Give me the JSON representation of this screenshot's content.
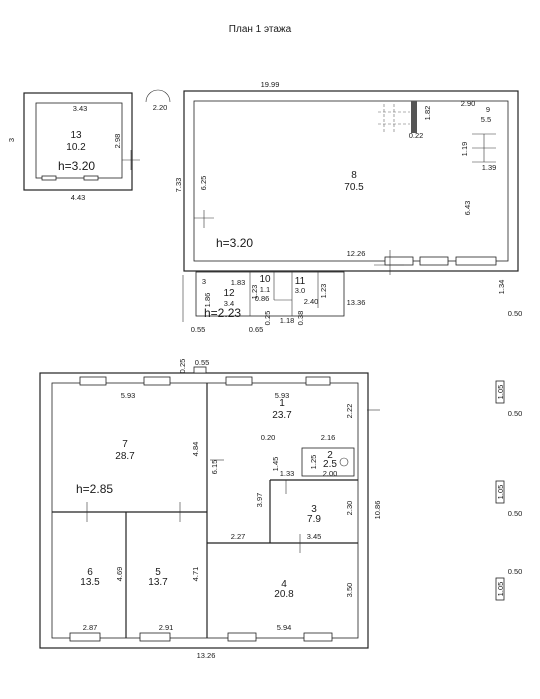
{
  "title": "План 1 этажа",
  "top": {
    "annex": {
      "num": "13",
      "area": "10.2",
      "height": "h=3.20",
      "w_top": "3.43",
      "w_bottom": "4.43",
      "h_side": "2.98",
      "left_mark": "3"
    },
    "gap": "2.20",
    "main": {
      "width_top": "19.99",
      "height_left": "7.33",
      "inner_left": "6.25",
      "inner_right": "6.43",
      "height": "h=3.20",
      "bottom_inner": "12.26"
    },
    "room8": {
      "num": "8",
      "area": "70.5"
    },
    "room9": {
      "num": "9",
      "area": "5.5",
      "w": "2.90",
      "h": "1.82",
      "d1": "0.22",
      "d2": "1.19",
      "d3": "1.39"
    },
    "stairs": {
      "r12": {
        "num": "12",
        "area": "3.4",
        "height": "h=2.23"
      },
      "r10": {
        "num": "10",
        "area": "1.1"
      },
      "r11": {
        "num": "11",
        "area": "3.0"
      },
      "dims": [
        "1.83",
        "1.23",
        "1.86",
        "0.86",
        "2.40",
        "1.23",
        "0.25",
        "1.18",
        "0.38",
        "13.36",
        "1.34",
        "0.55",
        "0.65",
        "0.50",
        "3"
      ]
    }
  },
  "bottom": {
    "top_marks": [
      "0.25",
      "0.55"
    ],
    "height": "h=2.85",
    "total_width": "13.26",
    "total_height": "10.86",
    "rooms": [
      {
        "num": "7",
        "area": "28.7"
      },
      {
        "num": "1",
        "area": "23.7"
      },
      {
        "num": "2",
        "area": "2.5"
      },
      {
        "num": "3",
        "area": "7.9"
      },
      {
        "num": "4",
        "area": "20.8"
      },
      {
        "num": "5",
        "area": "13.7"
      },
      {
        "num": "6",
        "area": "13.5"
      }
    ],
    "dims": {
      "r7_w": "5.93",
      "r7_h": "4.84",
      "r1_w": "5.93",
      "r1_h": "6.15",
      "r1_side": "2.22",
      "r2_a": "0.20",
      "r2_b": "2.16",
      "r2_c": "1.45",
      "r2_d": "1.25",
      "r2_e": "1.33",
      "r2_f": "2.00",
      "r3_a": "3.97",
      "r3_b": "2.30",
      "r3_c": "3.45",
      "r3_d": "2.27",
      "r4_w": "5.94",
      "r4_h": "3.50",
      "r5_h": "4.71",
      "r5_w": "2.91",
      "r6_h": "4.69",
      "r6_w": "2.87"
    },
    "right_marks": [
      "1.05",
      "0.50",
      "1.05",
      "0.50",
      "0.50",
      "1.05"
    ]
  }
}
